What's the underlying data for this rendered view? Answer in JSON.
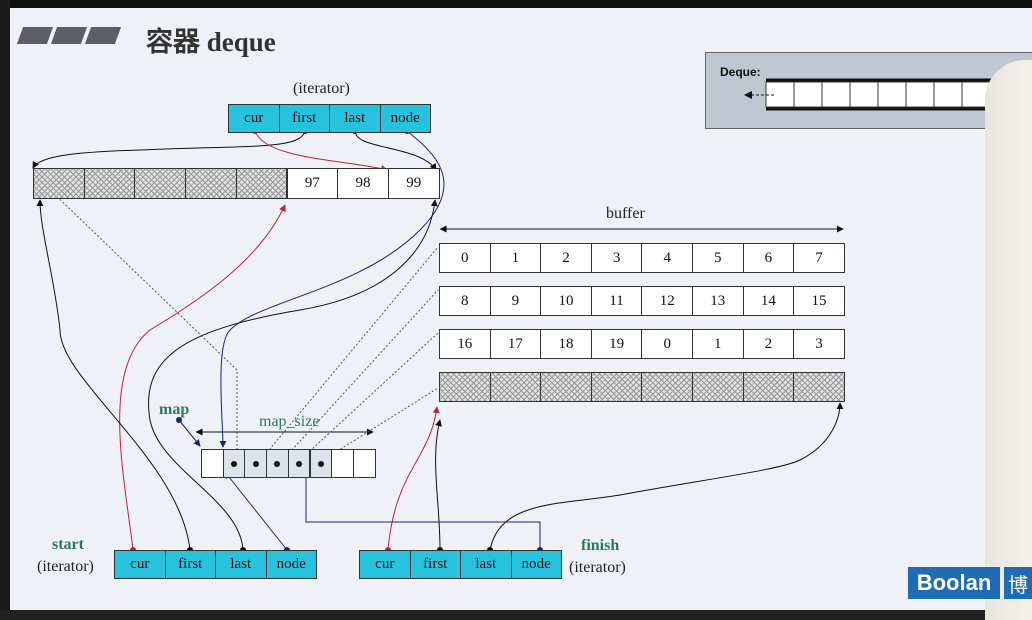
{
  "title": "容器 deque",
  "iterator_label": "(iterator)",
  "iter_fields": [
    "cur",
    "first",
    "last",
    "node"
  ],
  "top_buffer": {
    "values": [
      "",
      "",
      "",
      "",
      "",
      "97",
      "98",
      "99"
    ]
  },
  "buffer_label": "buffer",
  "buffers": [
    [
      "0",
      "1",
      "2",
      "3",
      "4",
      "5",
      "6",
      "7"
    ],
    [
      "8",
      "9",
      "10",
      "11",
      "12",
      "13",
      "14",
      "15"
    ],
    [
      "16",
      "17",
      "18",
      "19",
      "0",
      "1",
      "2",
      "3"
    ],
    [
      "",
      "",
      "",
      "",
      "",
      "",
      "",
      ""
    ]
  ],
  "map_label": "map",
  "map_size_label": "map_size",
  "start_label": "start",
  "finish_label": "finish",
  "thumbnail_label": "Deque:",
  "logo_text": "Boolan",
  "logo_cjk": "博",
  "colors": {
    "cyan": "#27c3de",
    "red": "#c0203a",
    "blue": "#1a237e",
    "green": "#2f7a55"
  }
}
